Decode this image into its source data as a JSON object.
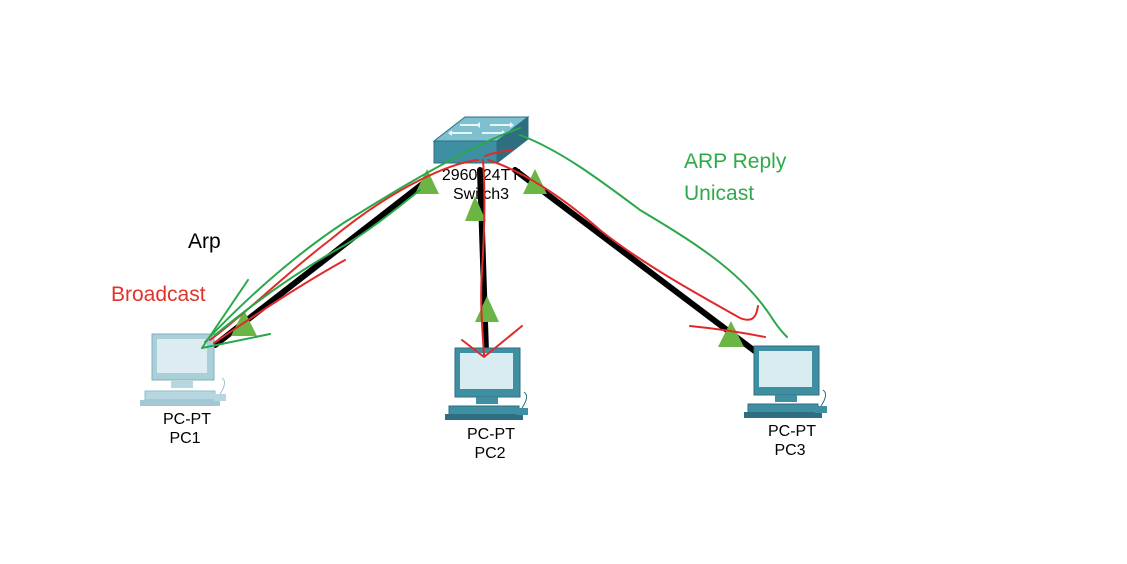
{
  "switch": {
    "model": "2960-24TT",
    "name": "Switch3"
  },
  "pcs": [
    {
      "model": "PC-PT",
      "name": "PC1"
    },
    {
      "model": "PC-PT",
      "name": "PC2"
    },
    {
      "model": "PC-PT",
      "name": "PC3"
    }
  ],
  "annotations": {
    "arp": "Arp",
    "broadcast": "Broadcast",
    "arp_reply": "ARP Reply",
    "unicast": "Unicast"
  },
  "colors": {
    "link": "#000000",
    "link_up_indicator": "#6bb545",
    "broadcast_path": "#e02a2a",
    "reply_path": "#29a84a",
    "broadcast_text": "#e0342b",
    "reply_text": "#2eaa4a",
    "device_body": "#3f8fa3",
    "pc1_body": "#a9cfd9"
  },
  "icons": [
    "switch-icon",
    "pc-icon"
  ]
}
